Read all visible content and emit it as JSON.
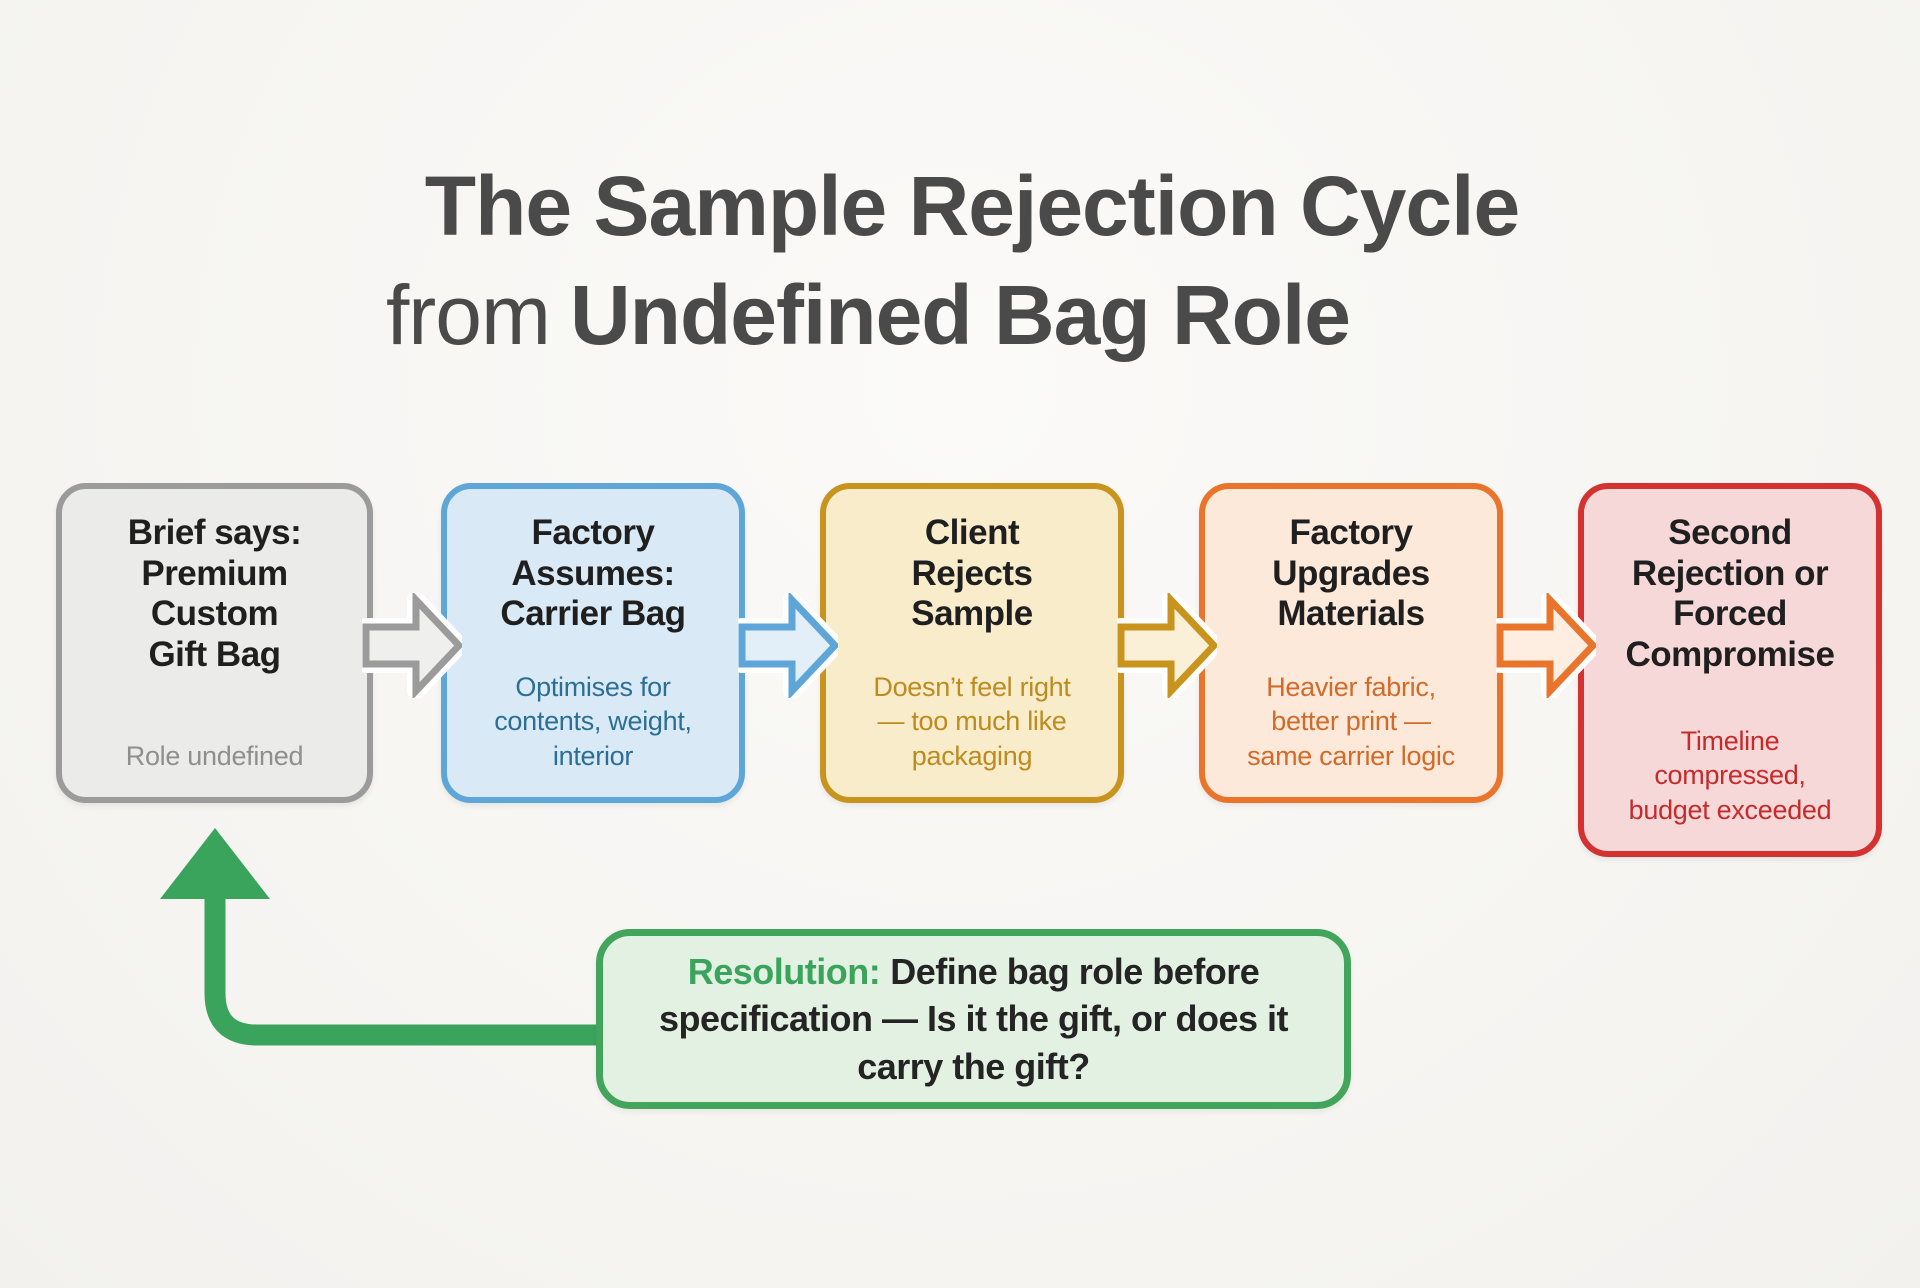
{
  "title": {
    "line1": "The Sample Rejection Cycle",
    "line2_light": "from",
    "line2_bold": "Undefined Bag Role"
  },
  "steps": [
    {
      "heading": "Brief says:\nPremium\nCustom\nGift Bag",
      "subtext": "Role undefined",
      "border_color": "#9b9b9b",
      "fill_color": "#ebebea",
      "subtext_color": "#8f8f8f"
    },
    {
      "heading": "Factory\nAssumes:\nCarrier Bag",
      "subtext": "Optimises for\ncontents, weight,\ninterior",
      "border_color": "#5ea6d8",
      "fill_color": "#d9eaf6",
      "subtext_color": "#2b6f96"
    },
    {
      "heading": "Client\nRejects\nSample",
      "subtext": "Doesn’t feel right\n— too much like\npackaging",
      "border_color": "#c8941d",
      "fill_color": "#f9ecca",
      "subtext_color": "#bd8b1f"
    },
    {
      "heading": "Factory\nUpgrades\nMaterials",
      "subtext": "Heavier fabric,\nbetter print —\nsame carrier logic",
      "border_color": "#e8752b",
      "fill_color": "#fce9da",
      "subtext_color": "#d26b2a"
    },
    {
      "heading": "Second\nRejection or\nForced\nCompromise",
      "subtext": "Timeline\ncompressed,\nbudget exceeded",
      "border_color": "#d43131",
      "fill_color": "#f7d8d8",
      "subtext_color": "#c62b2b"
    }
  ],
  "connector_arrows": [
    {
      "color": "#9b9b9b",
      "fill": "#efefee"
    },
    {
      "color": "#5ea6d8",
      "fill": "#e2eff9"
    },
    {
      "color": "#c8941d",
      "fill": "#faf0d8"
    },
    {
      "color": "#e8752b",
      "fill": "#fdeee1"
    }
  ],
  "loop_arrow": {
    "color": "#3aa45c"
  },
  "resolution": {
    "label": "Resolution:",
    "text": "Define bag role before specification — Is it the gift, or does it carry the gift?",
    "border_color": "#43a55c",
    "fill_color": "#e3f1e3",
    "label_color": "#3aa45c"
  }
}
